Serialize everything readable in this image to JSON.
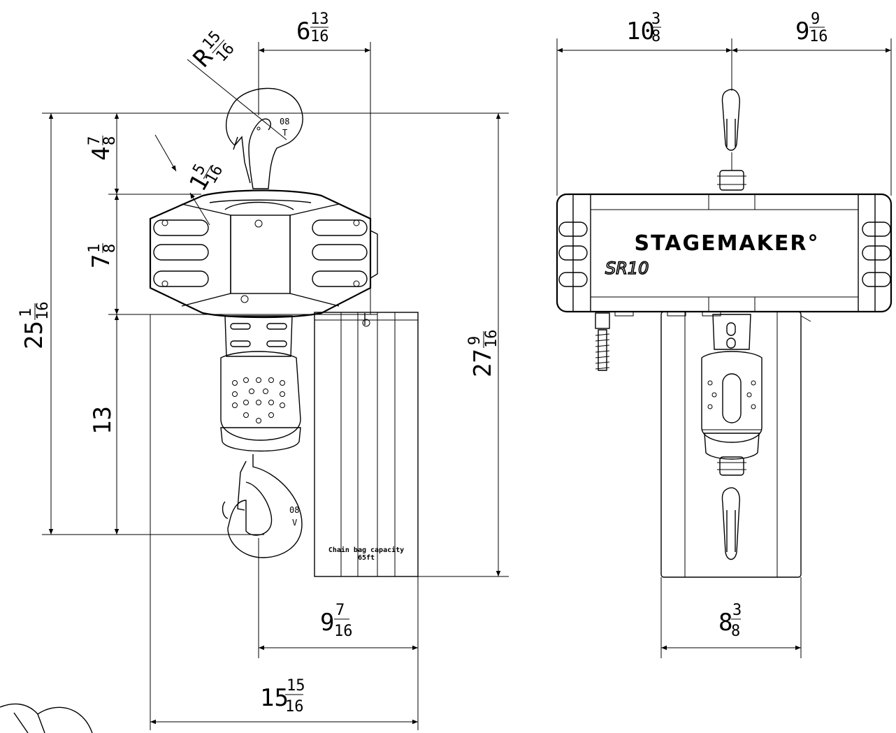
{
  "top_dims": {
    "hook_radius": {
      "whole": "R",
      "num": "15",
      "den": "16"
    },
    "hook_offset": {
      "whole": "6",
      "num": "13",
      "den": "16"
    },
    "width_left": {
      "whole": "10",
      "num": "3",
      "den": "8"
    },
    "width_right": {
      "whole": "9",
      "num": "9",
      "den": "16"
    }
  },
  "left_dims": {
    "hook_height": {
      "whole": "4",
      "num": "7",
      "den": "8"
    },
    "body_height": {
      "whole": "7",
      "num": "1",
      "den": "8"
    },
    "total_height": {
      "whole": "25",
      "num": "1",
      "den": "16"
    },
    "lower_height": {
      "whole": "13",
      "num": "",
      "den": ""
    },
    "hook_throat": {
      "whole": "1",
      "num": "5",
      "den": "16"
    }
  },
  "right_dims": {
    "total_with_bag": {
      "whole": "27",
      "num": "9",
      "den": "16"
    }
  },
  "bottom_dims": {
    "bag_offset": {
      "whole": "9",
      "num": "7",
      "den": "16"
    },
    "overall_width": {
      "whole": "15",
      "num": "15",
      "den": "16"
    },
    "bag_width": {
      "whole": "8",
      "num": "3",
      "den": "8"
    }
  },
  "labels": {
    "upper_hook": {
      "top": "08",
      "bottom": "T"
    },
    "lower_hook": {
      "top": "08",
      "bottom": "V"
    },
    "chain_bag": {
      "line1": "Chain bag capacity",
      "line2": "65ft"
    },
    "brand": "STAGEMAKER°",
    "model": "SR10"
  },
  "colors": {
    "line": "#000000",
    "background": "#ffffff"
  }
}
